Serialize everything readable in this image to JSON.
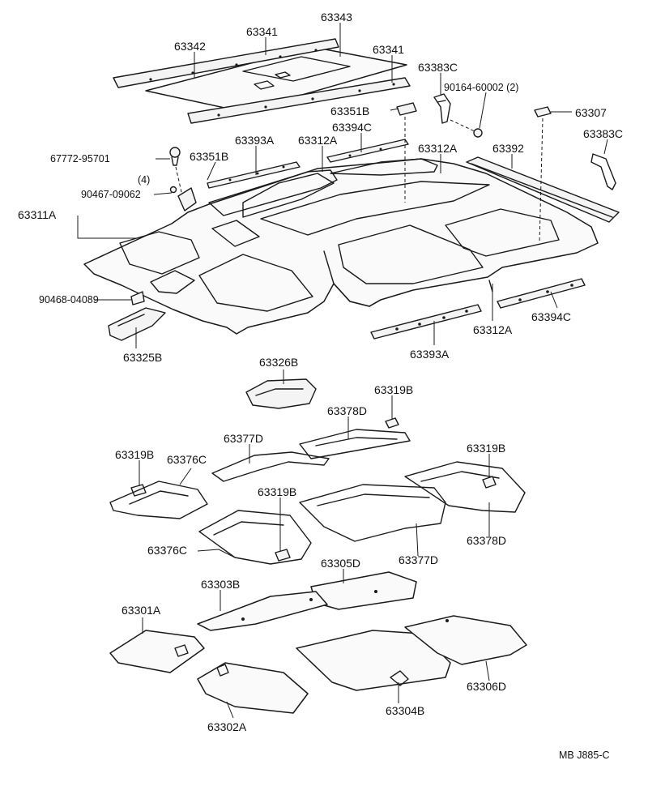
{
  "diagram": {
    "labels": {
      "p63343": "63343",
      "p63341a": "63341",
      "p63342": "63342",
      "p63341b": "63341",
      "p63383c_top": "63383C",
      "p90164": "90164-60002 (2)",
      "p63351b_top": "63351B",
      "p63307": "63307",
      "p63394c_top": "63394C",
      "p63383c_right": "63383C",
      "p63393a_top": "63393A",
      "p63312a_1": "63312A",
      "p63312a_2": "63312A",
      "p63392": "63392",
      "p67772": "67772-95701",
      "p63351b_left": "63351B",
      "p4": "(4)",
      "p90467": "90467-09062",
      "p63311a": "63311A",
      "p90468": "90468-04089",
      "p63325b": "63325B",
      "p63312a_3": "63312A",
      "p63394c_bot": "63394C",
      "p63393a_bot": "63393A",
      "p63326b": "63326B",
      "p63319b_1": "63319B",
      "p63378d_top": "63378D",
      "p63377d_top": "63377D",
      "p63319b_2": "63319B",
      "p63376c_top": "63376C",
      "p63319b_3": "63319B",
      "p63319b_4": "63319B",
      "p63376c_bot": "63376C",
      "p63377d_bot": "63377D",
      "p63378d_bot": "63378D",
      "p63305d": "63305D",
      "p63303b": "63303B",
      "p63301a": "63301A",
      "p63304b": "63304B",
      "p63306d": "63306D",
      "p63302a": "63302A",
      "footer_code": "MB  J885-C"
    }
  }
}
